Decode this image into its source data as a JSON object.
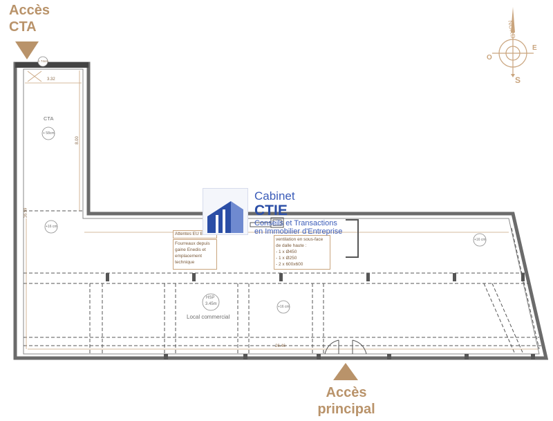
{
  "access": {
    "cta_line1": "Accès",
    "cta_line2": "CTA",
    "main_line1": "Accès",
    "main_line2": "principal"
  },
  "rooms": {
    "cta_label": "CTA",
    "cta_height": "+ 58cm",
    "left_height": "+16 cm",
    "right_height": "+16 cm",
    "center_height": "+16 cm",
    "hsp_label": "HSP",
    "hsp_value": "3.45m",
    "local": "Local commercial"
  },
  "dimensions": {
    "cta_width": "3.32",
    "cta_length": "8.00",
    "left_side": "16.59",
    "bottom_length": "26.46",
    "top_tag": "+ 74cm"
  },
  "notes": {
    "attentes": "Attentes EU EV",
    "fourreaux_line1": "Fourreaux depuis",
    "fourreaux_line2": "gaine Enedis et",
    "fourreaux_line3": "emplacement",
    "fourreaux_line4": "technique",
    "vent_line1": "ventilation en sous-face",
    "vent_line2": "de dalle haute :",
    "vent_line3": "- 1 x Ø450",
    "vent_line4": "- 1 x Ø250",
    "vent_line5": "- 2 x 600x600"
  },
  "logo": {
    "line1": "Cabinet",
    "line2": "CTIE",
    "line3": "Conseils et Transactions",
    "line4": "en Immobilier d'Entreprise"
  },
  "compass": {
    "north": "NORD",
    "south": "S",
    "east": "E",
    "west": "O"
  },
  "colors": {
    "accent": "#b9936a",
    "wall": "#555555",
    "logo_blue": "#2b4ea6"
  }
}
